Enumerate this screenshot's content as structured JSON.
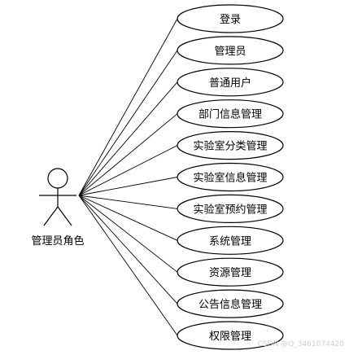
{
  "diagram": {
    "actor": {
      "label": "管理员角色"
    },
    "use_cases": [
      "登录",
      "管理员",
      "普通用户",
      "部门信息管理",
      "实验室分类管理",
      "实验室信息管理",
      "实验室预约管理",
      "系统管理",
      "资源管理",
      "公告信息管理",
      "权限管理"
    ]
  },
  "watermark": "CSDN @Q_3461074420"
}
